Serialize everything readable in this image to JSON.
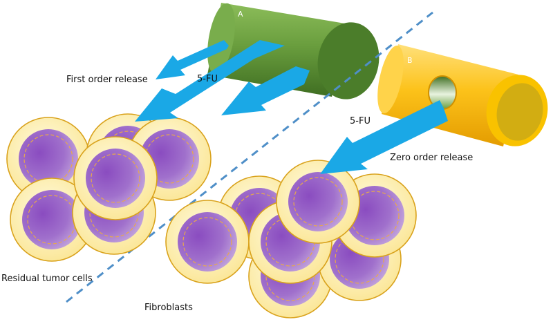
{
  "labels": {
    "cylinder_a": "A",
    "cylinder_b": "B",
    "first_order_release": "First order release",
    "zero_order_release": "Zero order release",
    "drug_a": "5-FU",
    "drug_b": "5-FU",
    "residual_tumor_cells": "Residual tumor cells",
    "fibroblasts": "Fibroblasts"
  },
  "colors": {
    "arrow": "#1aa8e6",
    "divider": "#4f8fc8",
    "cylinder_a": "#5a8f35",
    "cylinder_b": "#f6c000",
    "cell_cytoplasm": "#fbeb9c",
    "cell_outline": "#d9a21c",
    "nucleus": "#9a5fc4"
  }
}
